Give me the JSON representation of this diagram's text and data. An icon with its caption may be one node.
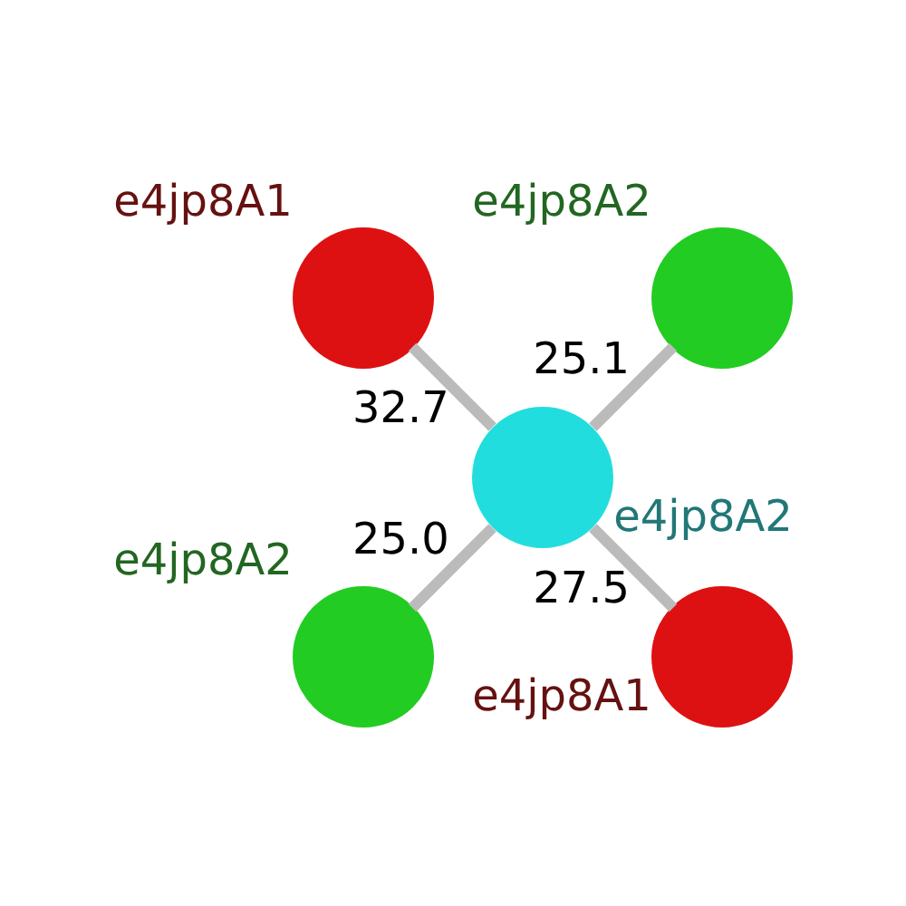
{
  "diagram": {
    "nodes": [
      {
        "text": [],
        "shape": "circle",
        "beside": [
          "e4jp8A2"
        ]
      },
      {
        "text": [],
        "shape": "circle",
        "beside": [
          "e4jp8A1"
        ]
      },
      {
        "text": [],
        "shape": "circle",
        "beside": [
          "e4jp8A2"
        ]
      },
      {
        "text": [],
        "shape": "circle",
        "beside": [
          "e4jp8A2"
        ]
      },
      {
        "text": [],
        "shape": "circle",
        "beside": [
          "e4jp8A1"
        ]
      }
    ],
    "edges": [
      {
        "from": 1,
        "to": 3,
        "arrow": "none",
        "label": "32.7"
      },
      {
        "from": 0,
        "to": 3,
        "arrow": "none",
        "label": "25.1"
      },
      {
        "from": 2,
        "to": 3,
        "arrow": "none",
        "label": "25.0"
      },
      {
        "from": 4,
        "to": 3,
        "arrow": "none",
        "label": "27.5"
      }
    ]
  }
}
